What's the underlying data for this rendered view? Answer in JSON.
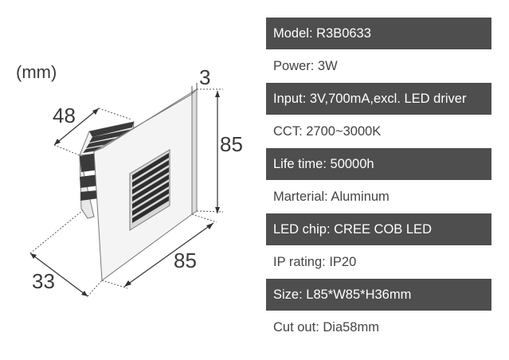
{
  "drawing": {
    "unit_label": "(mm)",
    "dimensions": {
      "thickness": "3",
      "height": "85",
      "body_width": "48",
      "width": "85",
      "depth": "33"
    }
  },
  "specs": [
    {
      "text": "Model: R3B0633",
      "style": "dark"
    },
    {
      "text": "Power: 3W",
      "style": "light"
    },
    {
      "text": "Input: 3V,700mA,excl. LED driver",
      "style": "dark"
    },
    {
      "text": "CCT: 2700~3000K",
      "style": "light"
    },
    {
      "text": "Life time: 50000h",
      "style": "dark"
    },
    {
      "text": "Marterial: Aluminum",
      "style": "light"
    },
    {
      "text": "LED chip: CREE COB LED",
      "style": "dark"
    },
    {
      "text": "IP rating: IP20",
      "style": "light"
    },
    {
      "text": "Size: L85*W85*H36mm",
      "style": "dark"
    },
    {
      "text": "Cut out: Dia58mm",
      "style": "light"
    }
  ]
}
